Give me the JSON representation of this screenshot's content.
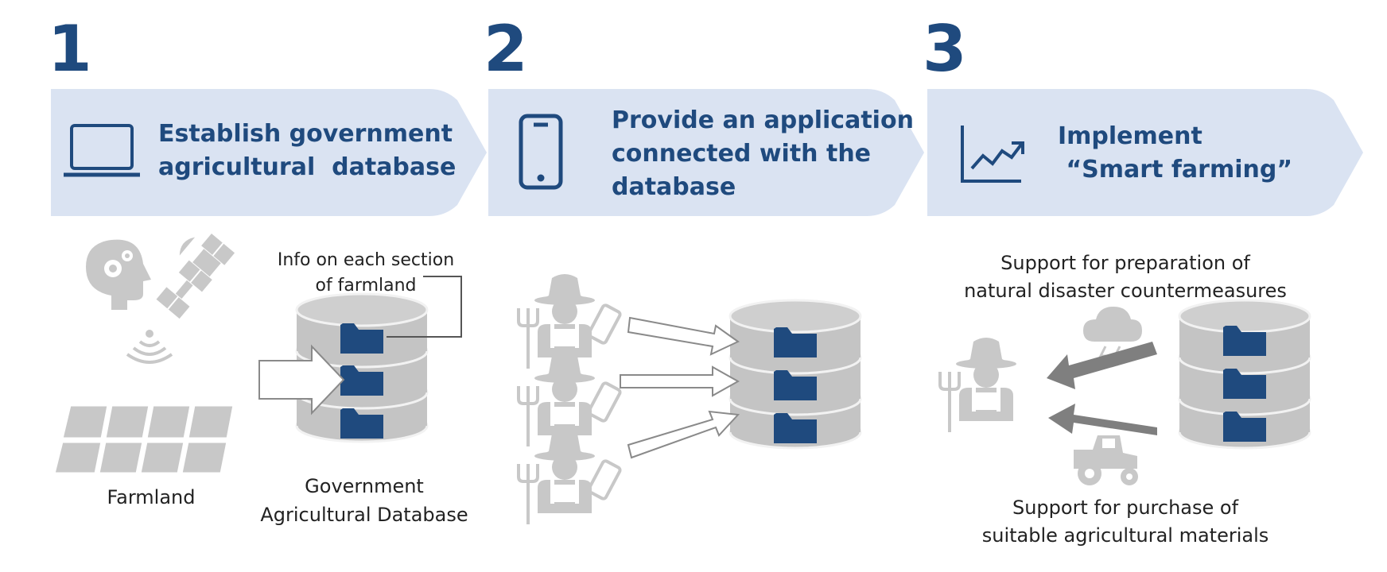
{
  "steps": [
    {
      "number": "1",
      "title_lines": [
        "Establish government",
        "agricultural  database"
      ],
      "icon": "laptop-icon"
    },
    {
      "number": "2",
      "title_lines": [
        "Provide an application",
        "connected with the",
        "database"
      ],
      "icon": "smartphone-icon"
    },
    {
      "number": "3",
      "title_lines": [
        "Implement",
        " “Smart farming”"
      ],
      "icon": "line-chart-icon"
    }
  ],
  "labels": {
    "info_lines": [
      "Info on each section",
      "of farmland"
    ],
    "farmland": "Farmland",
    "gov_db_lines": [
      "Government",
      "Agricultural Database"
    ],
    "disaster_lines": [
      "Support for preparation of",
      "natural disaster countermeasures"
    ],
    "materials_lines": [
      "Support for purchase of",
      "suitable agricultural materials"
    ]
  },
  "colors": {
    "chevron_fill": "#dae3f2",
    "brand_blue": "#1f4a7e",
    "icon_gray": "#c8c8c8",
    "db_gray": "#bfbfbf",
    "arrow_gray": "#7f7f7f"
  }
}
